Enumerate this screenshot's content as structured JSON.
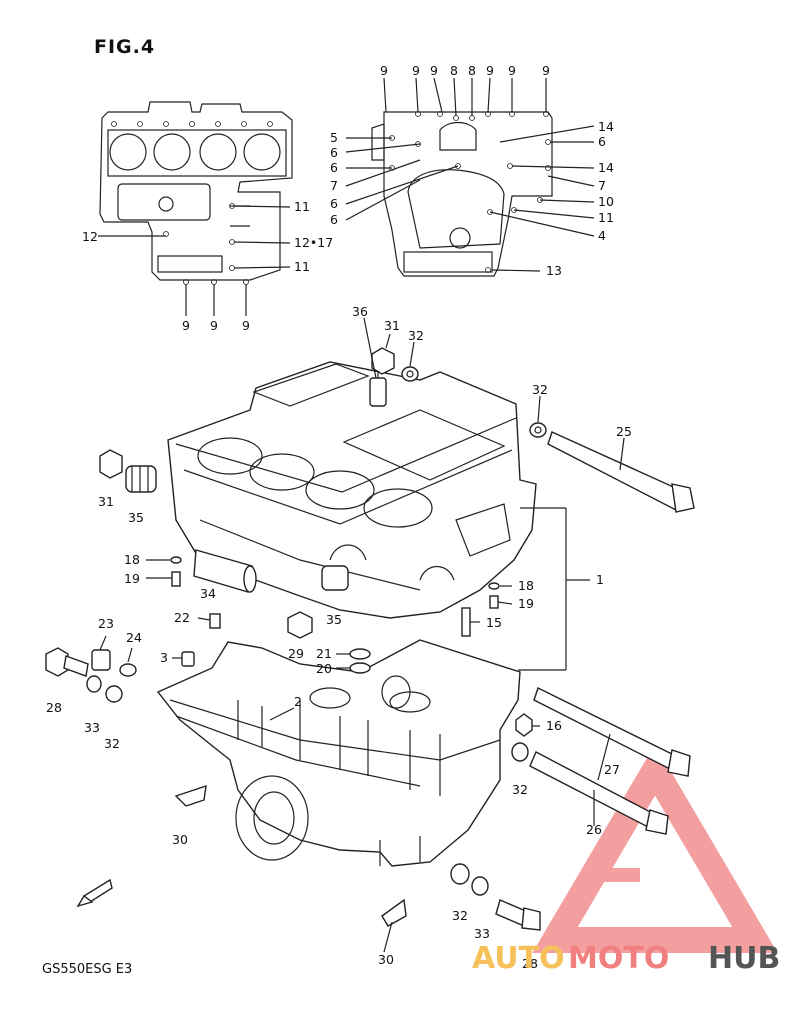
{
  "figure": {
    "title": "FIG.4",
    "model_code": "GS550ESG  E3"
  },
  "watermark": {
    "auto": "AUTO",
    "moto": "MOTO",
    "hub": "HUB",
    "colors": {
      "auto": "#f6c15a",
      "moto": "#f08080",
      "hub": "#555555",
      "triangle": "#f08080"
    }
  },
  "callouts": {
    "top_right": [
      "9",
      "9",
      "9",
      "8",
      "8",
      "9",
      "9",
      "9",
      "5",
      "6",
      "6",
      "7",
      "6",
      "6",
      "14",
      "6",
      "14",
      "7",
      "10",
      "11",
      "4",
      "13"
    ],
    "top_left": [
      "11",
      "12",
      "12•17",
      "11",
      "9",
      "9",
      "9"
    ],
    "main": [
      "36",
      "31",
      "32",
      "32",
      "25",
      "31",
      "35",
      "18",
      "19",
      "34",
      "1",
      "18",
      "19",
      "35",
      "22",
      "15",
      "29",
      "21",
      "20",
      "23",
      "24",
      "3",
      "28",
      "33",
      "32",
      "2",
      "16",
      "27",
      "32",
      "26",
      "30",
      "32",
      "33",
      "28",
      "30"
    ]
  }
}
